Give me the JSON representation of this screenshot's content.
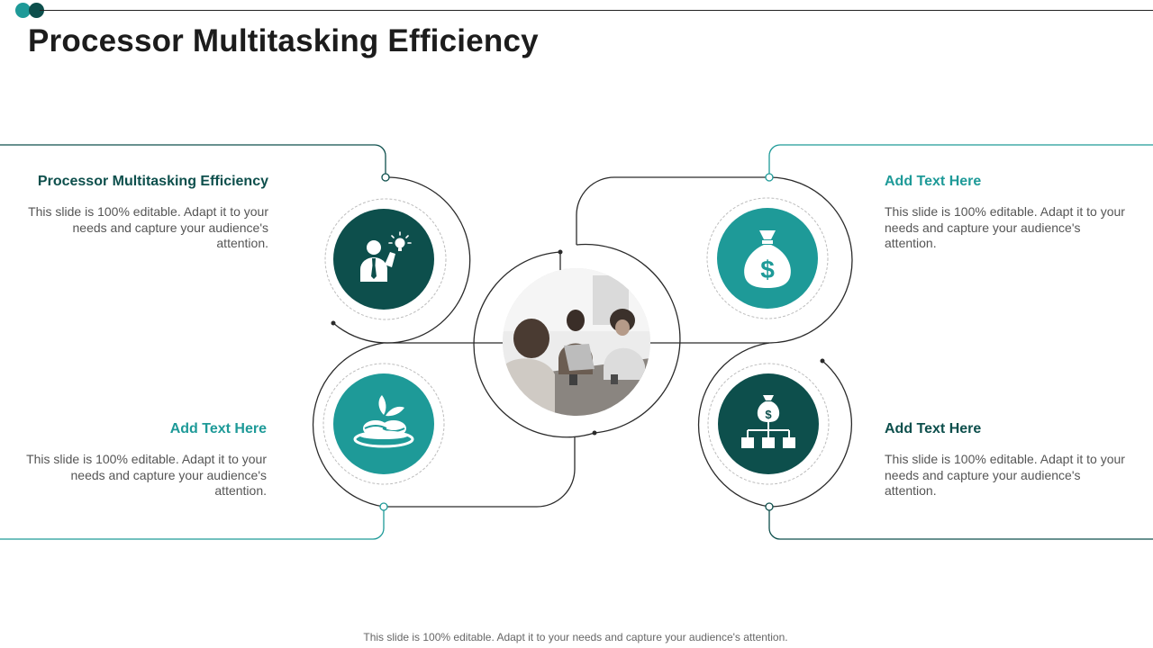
{
  "slide": {
    "title": "Processor Multitasking Efficiency",
    "footer": "This slide is 100% editable. Adapt it to your needs and capture your audience's attention."
  },
  "blocks": [
    {
      "heading": "Processor Multitasking Efficiency",
      "body": "This slide is 100% editable. Adapt it to your needs and capture your audience's attention.",
      "icon": "businessman-idea-icon"
    },
    {
      "heading": "Add Text Here",
      "body": "This slide is 100% editable. Adapt it to your needs and capture your audience's attention.",
      "icon": "coffee-beans-icon"
    },
    {
      "heading": "Add Text Here",
      "body": "This slide is 100% editable. Adapt it to your needs and capture your audience's attention.",
      "icon": "money-bag-icon"
    },
    {
      "heading": "Add Text Here",
      "body": "This slide is 100% editable. Adapt it to your needs and capture your audience's attention.",
      "icon": "money-hierarchy-icon"
    }
  ],
  "center_image": "team-meeting-photo",
  "colors": {
    "dark_teal": "#0d4f4c",
    "teal": "#1e9a98",
    "line": "#2b2b2b",
    "dashed_ring": "#bdbdbd"
  }
}
